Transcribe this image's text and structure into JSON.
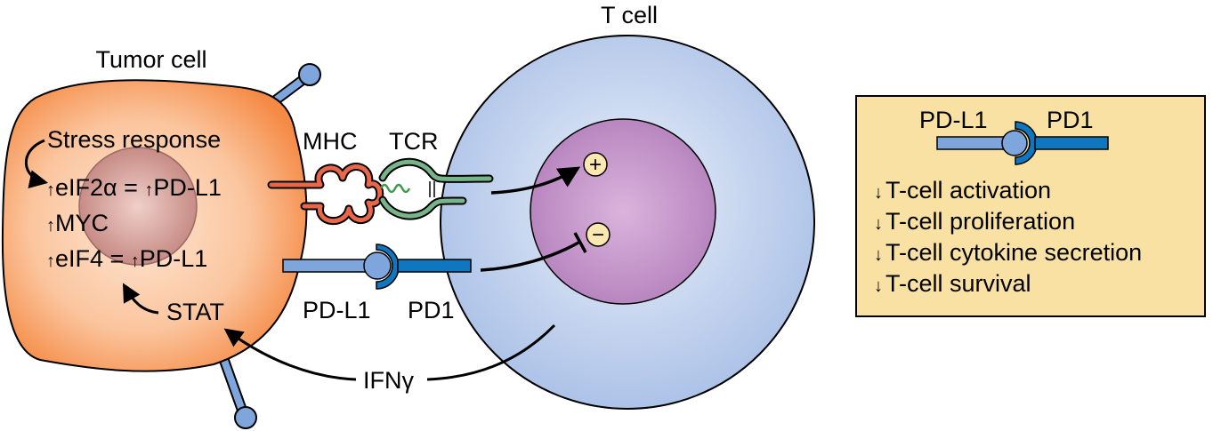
{
  "colors": {
    "tumor_fill": "#f58a45",
    "tumor_center": "#fde1cc",
    "nucleus_tumor": "#c98d86",
    "tcell_fill": "#aac0e6",
    "tcell_center": "#e3ebf7",
    "tcell_nucleus": "#b784be",
    "tcell_nucleus_center": "#d7b0da",
    "mhc": "#e8664a",
    "tcr": "#78b48a",
    "pdl1": "#7ea6dc",
    "pd1": "#0e77c0",
    "sign_fill": "#fbe7b0",
    "legend_fill": "#f8e1a3"
  },
  "tumor_cell": {
    "title": "Tumor cell",
    "lines": {
      "stress": "Stress response",
      "eif2a_arrow": "↑",
      "eif2a": "eIF2α = ",
      "eif2a_arrow2": "↑",
      "eif2a_pdl1": "PD-L1",
      "myc_arrow": "↑",
      "myc": "MYC",
      "eif4_arrow": "↑",
      "eif4": "eIF4 = ",
      "eif4_arrow2": "↑",
      "eif4_pdl1": "PD-L1",
      "stat": "STAT"
    }
  },
  "t_cell": {
    "title": "T cell",
    "plus": "+",
    "minus": "−"
  },
  "receptors": {
    "mhc": "MHC",
    "tcr": "TCR",
    "pdl1": "PD-L1",
    "pd1": "PD1"
  },
  "cytokine": "IFNγ",
  "legend": {
    "pdl1": "PD-L1",
    "pd1": "PD1",
    "items": [
      {
        "arrow": "↓",
        "text": "T-cell activation"
      },
      {
        "arrow": "↓",
        "text": "T-cell proliferation"
      },
      {
        "arrow": "↓",
        "text": "T-cell cytokine secretion"
      },
      {
        "arrow": "↓",
        "text": "T-cell survival"
      }
    ]
  }
}
